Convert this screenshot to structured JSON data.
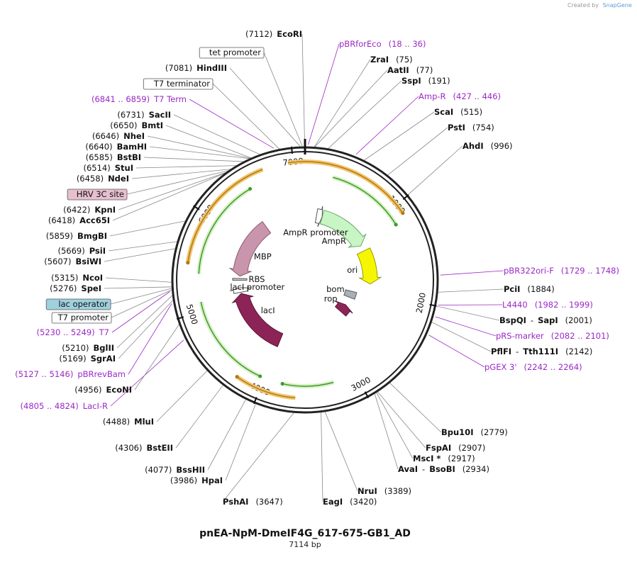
{
  "credit": {
    "prefix": "Created by",
    "brand": "SnapGene"
  },
  "plasmid": {
    "name": "pnEA-NpM-DmeIF4G_617-675-GB1_AD",
    "length_label": "7114 bp",
    "length": 7114
  },
  "ticks": [
    {
      "bp": 1000,
      "label": "1000"
    },
    {
      "bp": 2000,
      "label": "2000"
    },
    {
      "bp": 3000,
      "label": "3000"
    },
    {
      "bp": 4000,
      "label": "4000"
    },
    {
      "bp": 5000,
      "label": "5000"
    },
    {
      "bp": 6000,
      "label": "6000"
    },
    {
      "bp": 7000,
      "label": "7000"
    }
  ],
  "sites_right": [
    {
      "name": "EcoRI",
      "pos": "(7112)",
      "bp": 7112,
      "order": "pos-name"
    },
    {
      "name": "pBRforEco",
      "pos": "(18 .. 36)",
      "bp": 27,
      "kind": "primer"
    },
    {
      "name": "ZraI",
      "pos": "(75)",
      "bp": 75
    },
    {
      "name": "AatII",
      "pos": "(77)",
      "bp": 77
    },
    {
      "name": "SspI",
      "pos": "(191)",
      "bp": 191
    },
    {
      "name": "Amp-R",
      "pos": "(427 .. 446)",
      "bp": 436,
      "kind": "primer"
    },
    {
      "name": "ScaI",
      "pos": "(515)",
      "bp": 515
    },
    {
      "name": "PstI",
      "pos": "(754)",
      "bp": 754
    },
    {
      "name": "AhdI",
      "pos": "(996)",
      "bp": 996
    },
    {
      "name": "pBR322ori-F",
      "pos": "(1729 .. 1748)",
      "bp": 1738,
      "kind": "primer"
    },
    {
      "name": "PciI",
      "pos": "(1884)",
      "bp": 1884
    },
    {
      "name": "L4440",
      "pos": "(1982 .. 1999)",
      "bp": 1990,
      "kind": "primer"
    },
    {
      "name": "BspQI",
      "name2": "SapI",
      "pos": "(2001)",
      "bp": 2001
    },
    {
      "name": "pRS-marker",
      "pos": "(2082 .. 2101)",
      "bp": 2091,
      "kind": "primer"
    },
    {
      "name": "PflFI",
      "name2": "Tth111I",
      "pos": "(2142)",
      "bp": 2142
    },
    {
      "name": "pGEX 3'",
      "pos": "(2242 .. 2264)",
      "bp": 2253,
      "kind": "primer"
    },
    {
      "name": "Bpu10I",
      "pos": "(2779)",
      "bp": 2779
    },
    {
      "name": "FspAI",
      "pos": "(2907)",
      "bp": 2907
    },
    {
      "name": "MscI *",
      "pos": "(2917)",
      "bp": 2917
    },
    {
      "name": "AvaI",
      "name2": "BsoBI",
      "pos": "(2934)",
      "bp": 2934
    },
    {
      "name": "NruI",
      "pos": "(3389)",
      "bp": 3389
    },
    {
      "name": "EagI",
      "pos": "(3420)",
      "bp": 3420,
      "order": "name-pos"
    },
    {
      "name": "PshAI",
      "pos": "(3647)",
      "bp": 3647
    }
  ],
  "sites_left": [
    {
      "name": "HpaI",
      "pos": "(3986)",
      "bp": 3986
    },
    {
      "name": "BssHII",
      "pos": "(4077)",
      "bp": 4077
    },
    {
      "name": "BstEII",
      "pos": "(4306)",
      "bp": 4306
    },
    {
      "name": "MluI",
      "pos": "(4488)",
      "bp": 4488
    },
    {
      "name": "LacI-R",
      "pos": "(4805 .. 4824)",
      "bp": 4814,
      "kind": "primer"
    },
    {
      "name": "EcoNI",
      "pos": "(4956)",
      "bp": 4956
    },
    {
      "name": "pBRrevBam",
      "pos": "(5127 .. 5146)",
      "bp": 5136,
      "kind": "primer"
    },
    {
      "name": "SgrAI",
      "pos": "(5169)",
      "bp": 5169
    },
    {
      "name": "BglII",
      "pos": "(5210)",
      "bp": 5210
    },
    {
      "name": "T7",
      "pos": "(5230 .. 5249)",
      "bp": 5239,
      "kind": "primer"
    },
    {
      "name": "T7 promoter",
      "bp": 5255,
      "kind": "boxed"
    },
    {
      "name": "lac operator",
      "bp": 5265,
      "kind": "boxed-lac"
    },
    {
      "name": "SpeI",
      "pos": "(5276)",
      "bp": 5276
    },
    {
      "name": "NcoI",
      "pos": "(5315)",
      "bp": 5315
    },
    {
      "name": "BsiWI",
      "pos": "(5607)",
      "bp": 5607
    },
    {
      "name": "PsiI",
      "pos": "(5669)",
      "bp": 5669
    },
    {
      "name": "BmgBI",
      "pos": "(5859)",
      "bp": 5859
    },
    {
      "name": "Acc65I",
      "pos": "(6418)",
      "bp": 6418
    },
    {
      "name": "KpnI",
      "pos": "(6422)",
      "bp": 6422
    },
    {
      "name": "HRV 3C site",
      "bp": 6440,
      "kind": "boxed-hrv"
    },
    {
      "name": "NdeI",
      "pos": "(6458)",
      "bp": 6458
    },
    {
      "name": "StuI",
      "pos": "(6514)",
      "bp": 6514
    },
    {
      "name": "BstBI",
      "pos": "(6585)",
      "bp": 6585
    },
    {
      "name": "BamHI",
      "pos": "(6640)",
      "bp": 6640
    },
    {
      "name": "NheI",
      "pos": "(6646)",
      "bp": 6646
    },
    {
      "name": "BmtI",
      "pos": "(6650)",
      "bp": 6650
    },
    {
      "name": "SacII",
      "pos": "(6731)",
      "bp": 6731
    },
    {
      "name": "T7 Term",
      "pos": "(6841 .. 6859)",
      "bp": 6850,
      "kind": "primer"
    },
    {
      "name": "T7 terminator",
      "bp": 6900,
      "kind": "boxed"
    },
    {
      "name": "HindIII",
      "pos": "(7081)",
      "bp": 7081
    },
    {
      "name": "tet promoter",
      "bp": 7095,
      "kind": "boxed"
    }
  ],
  "features": [
    {
      "name": "AmpR",
      "start": 300,
      "end": 1160,
      "color": "#c7f5c4",
      "stroke": "#6aa368",
      "track": "inner1",
      "dir": 1
    },
    {
      "name": "AmpR promoter",
      "start": 200,
      "end": 300,
      "color": "#ffffff",
      "stroke": "#555555",
      "track": "inner1",
      "dir": 1
    },
    {
      "name": "ori",
      "start": 1260,
      "end": 1850,
      "color": "#f6f600",
      "stroke": "#999900",
      "track": "inner1",
      "dir": 1
    },
    {
      "name": "bom",
      "start": 2050,
      "end": 2200,
      "color": "#a9b0b7",
      "stroke": "#555555",
      "track": "inner2",
      "dir": 0
    },
    {
      "name": "rop",
      "start": 2400,
      "end": 2600,
      "color": "#8c2457",
      "stroke": "#5d1639",
      "track": "inner2",
      "dir": -1
    },
    {
      "name": "lacI",
      "start": 4000,
      "end": 5100,
      "color": "#8c2457",
      "stroke": "#5d1639",
      "track": "inner1",
      "dir": 1
    },
    {
      "name": "lacI promoter",
      "start": 5120,
      "end": 5200,
      "color": "#ffffff",
      "stroke": "#555555",
      "track": "inner1",
      "dir": 1
    },
    {
      "name": "RBS",
      "start": 5330,
      "end": 5360,
      "color": "#cccccc",
      "stroke": "#555555",
      "track": "inner1",
      "dir": 0
    },
    {
      "name": "MBP",
      "start": 5400,
      "end": 6400,
      "color": "#c895ac",
      "stroke": "#8a5b70",
      "track": "inner1",
      "dir": -1
    }
  ],
  "orfs": [
    {
      "start": 6950,
      "end": 1100,
      "dir": 1,
      "color": "#f2c46b",
      "track": "outer"
    },
    {
      "start": 300,
      "end": 1160,
      "dir": 1,
      "color": "#d8f0c4",
      "track": "mid"
    },
    {
      "start": 3650,
      "end": 4250,
      "dir": 1,
      "color": "#f2c46b",
      "track": "outer"
    },
    {
      "start": 3250,
      "end": 3800,
      "dir": 1,
      "color": "#d8f0c4",
      "track": "mid"
    },
    {
      "start": 4050,
      "end": 5100,
      "dir": -1,
      "color": "#d8f0c4",
      "track": "mid"
    },
    {
      "start": 5400,
      "end": 6500,
      "dir": 1,
      "color": "#d8f0c4",
      "track": "mid"
    },
    {
      "start": 5500,
      "end": 6700,
      "dir": -1,
      "color": "#f2c46b",
      "track": "outer"
    }
  ]
}
